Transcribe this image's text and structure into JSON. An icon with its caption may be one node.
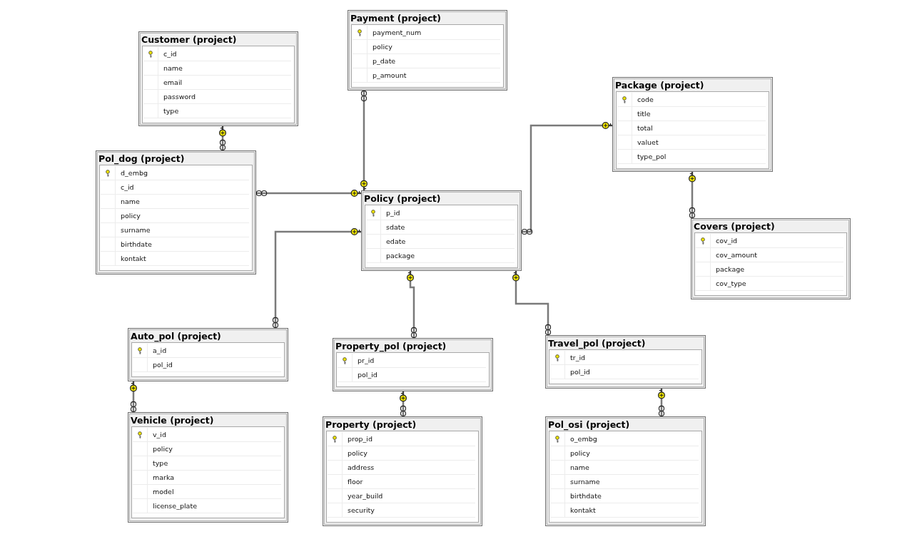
{
  "diagram": {
    "nodes": [
      {
        "text": [
          "Payment (project)",
          "payment_num",
          "policy",
          "p_date",
          "p_amount"
        ]
      },
      {
        "text": [
          "Customer (project)",
          "c_id",
          "name",
          "email",
          "password",
          "type"
        ]
      },
      {
        "text": [
          "Package (project)",
          "code",
          "title",
          "total",
          "valuet",
          "type_pol"
        ]
      },
      {
        "text": [
          "Pol_dog (project)",
          "d_embg",
          "c_id",
          "name",
          "policy",
          "surname",
          "birthdate",
          "kontakt"
        ]
      },
      {
        "text": [
          "Policy (project)",
          "p_id",
          "sdate",
          "edate",
          "package"
        ]
      },
      {
        "text": [
          "Covers (project)",
          "cov_id",
          "cov_amount",
          "package",
          "cov_type"
        ]
      },
      {
        "text": [
          "Auto_pol (project)",
          "a_id",
          "pol_id"
        ]
      },
      {
        "text": [
          "Property_pol (project)",
          "pr_id",
          "pol_id"
        ]
      },
      {
        "text": [
          "Travel_pol (project)",
          "tr_id",
          "pol_id"
        ]
      },
      {
        "text": [
          "Vehicle (project)",
          "v_id",
          "policy",
          "type",
          "marka",
          "model",
          "license_plate"
        ]
      },
      {
        "text": [
          "Property (project)",
          "prop_id",
          "policy",
          "address",
          "floor",
          "year_build",
          "security"
        ]
      },
      {
        "text": [
          "Pol_osi (project)",
          "o_embg",
          "policy",
          "name",
          "surname",
          "birthdate",
          "kontakt"
        ]
      }
    ],
    "edges": [
      {
        "from": 1,
        "to": 3,
        "arrow": "other"
      },
      {
        "from": 4,
        "to": 0,
        "arrow": "other"
      },
      {
        "from": 4,
        "to": 3,
        "arrow": "other"
      },
      {
        "from": 4,
        "to": 6,
        "arrow": "other"
      },
      {
        "from": 2,
        "to": 4,
        "arrow": "other"
      },
      {
        "from": 2,
        "to": 5,
        "arrow": "other"
      },
      {
        "from": 4,
        "to": 7,
        "arrow": "other"
      },
      {
        "from": 4,
        "to": 8,
        "arrow": "other"
      },
      {
        "from": 6,
        "to": 9,
        "arrow": "other"
      },
      {
        "from": 7,
        "to": 10,
        "arrow": "other"
      },
      {
        "from": 8,
        "to": 11,
        "arrow": "other"
      }
    ]
  }
}
